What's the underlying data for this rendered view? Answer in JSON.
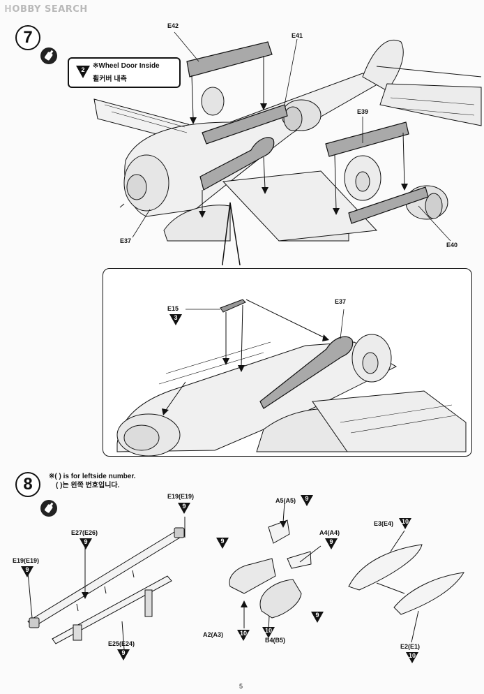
{
  "watermark": {
    "logo": "H",
    "text": "OBBY SEARCH"
  },
  "step7": {
    "number": "7",
    "note_en": "※Wheel Door Inside",
    "note_ko": "휠커버 내측",
    "note_badge": "2",
    "parts": {
      "e42": "E42",
      "e41": "E41",
      "e39": "E39",
      "e37": "E37",
      "e40": "E40"
    },
    "detail": {
      "e15": "E15",
      "e15_badge": "3",
      "e37": "E37"
    }
  },
  "step8": {
    "number": "8",
    "note_line1": "※(   ) is for leftside number.",
    "note_line2": "(   )는 왼쪽 번호입니다.",
    "parts": [
      {
        "label": "E19(E19)",
        "badge": "9"
      },
      {
        "label": "E27(E26)",
        "badge": "9"
      },
      {
        "label": "E19(E19)",
        "badge": "9"
      },
      {
        "label": "E25(E24)",
        "badge": "9"
      },
      {
        "label": "A5(A5)",
        "badge": "9"
      },
      {
        "label": "A4(A4)",
        "badge": "9"
      },
      {
        "label": "",
        "badge": "9"
      },
      {
        "label": "A2(A3)",
        "badge": "10"
      },
      {
        "label": "B4(B5)",
        "badge": "10"
      },
      {
        "label": "",
        "badge": "9"
      },
      {
        "label": "E3(E4)",
        "badge": "10"
      },
      {
        "label": "E2(E1)",
        "badge": "10"
      }
    ]
  },
  "page_number": "5",
  "colors": {
    "part_fill": "#a9a9a9",
    "line": "#111111",
    "badge": "#111111"
  }
}
